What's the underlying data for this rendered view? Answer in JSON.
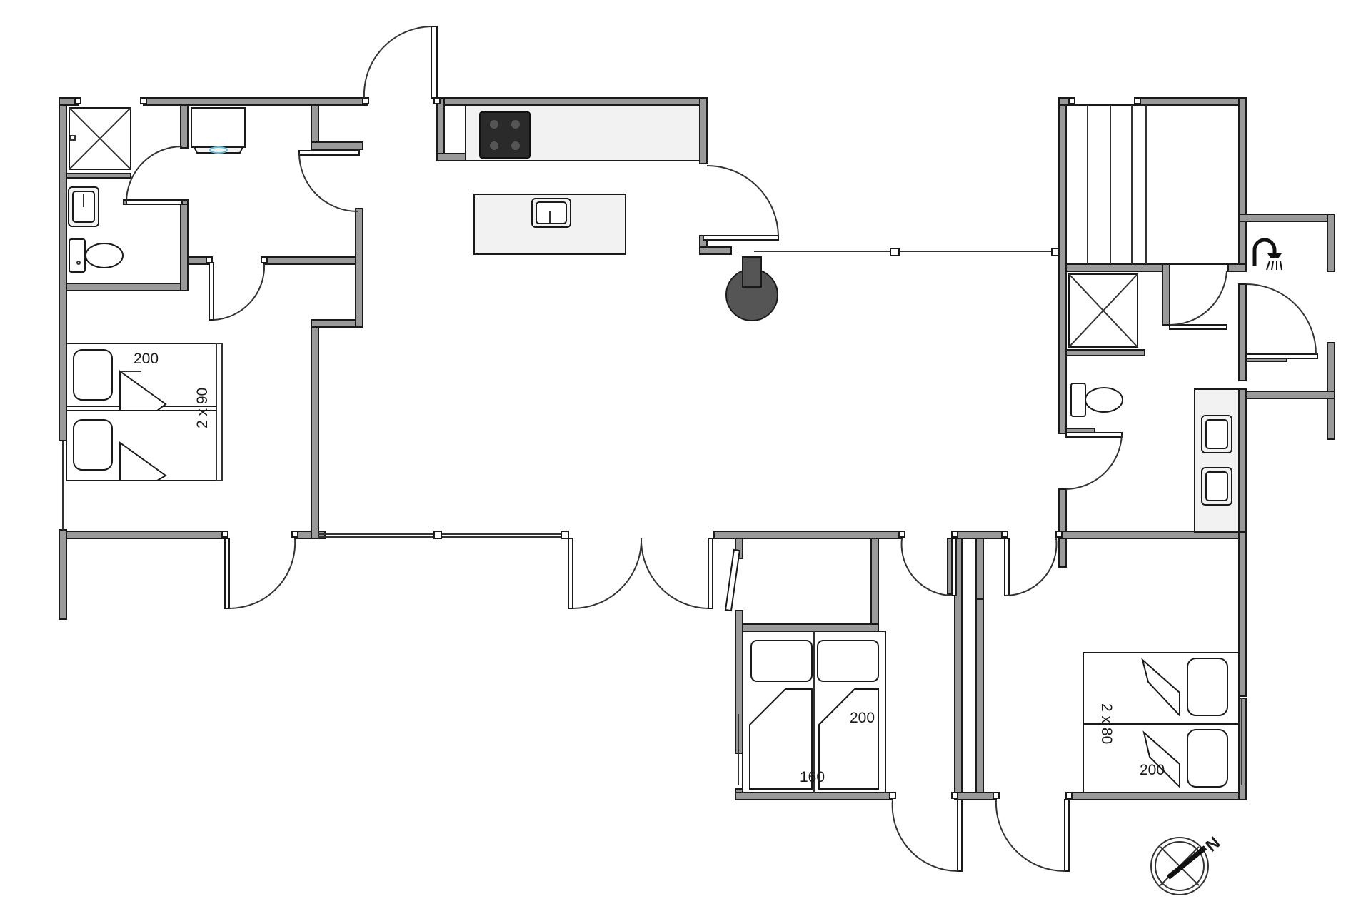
{
  "plan": {
    "bed_labels": {
      "bed_left_length": "200",
      "bed_left_size": "2 x 90",
      "bed_middle_length": "200",
      "bed_middle_width": "160",
      "bed_right_size": "2 x 80",
      "bed_right_length": "200"
    },
    "compass_label": "N",
    "colors": {
      "wall_fill": "#9a9a9a",
      "stroke": "#1a1a1a",
      "fixture_fill": "#f2f2f2",
      "fireplace_fill": "#555555"
    },
    "icons": [
      "shower-icon",
      "compass-icon",
      "toilet-icon",
      "sink-icon",
      "stove-icon",
      "washing-machine-icon",
      "fireplace-icon",
      "bed-icon",
      "sauna-bench-icon"
    ]
  }
}
